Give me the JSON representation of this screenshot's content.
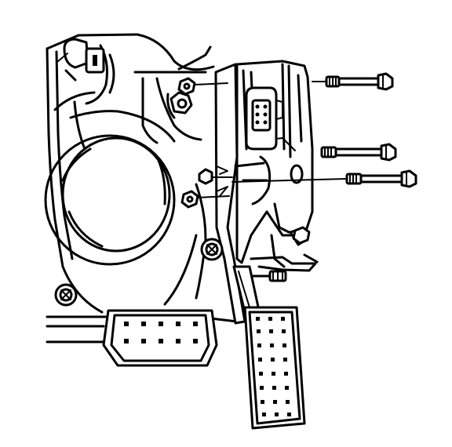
{
  "diagram": {
    "colors": {
      "line": "#000000",
      "background": "#ffffff"
    },
    "components": [
      {
        "id": "firewall-panel",
        "icon": "bulkhead-outline"
      },
      {
        "id": "steering-column-opening",
        "icon": "round-opening"
      },
      {
        "id": "electrical-connector",
        "icon": "connector"
      },
      {
        "id": "accelerator-pedal-assembly",
        "icon": "pedal-bracket"
      },
      {
        "id": "brake-pedal",
        "icon": "pedal-pad"
      },
      {
        "id": "accelerator-pedal",
        "icon": "pedal-pad"
      },
      {
        "id": "mounting-bolt-upper",
        "icon": "bolt"
      },
      {
        "id": "mounting-bolt-middle",
        "icon": "bolt"
      },
      {
        "id": "mounting-bolt-lower",
        "icon": "bolt"
      },
      {
        "id": "mounting-nut-upper",
        "icon": "nut"
      },
      {
        "id": "mounting-nut-lower",
        "icon": "nut"
      }
    ]
  }
}
